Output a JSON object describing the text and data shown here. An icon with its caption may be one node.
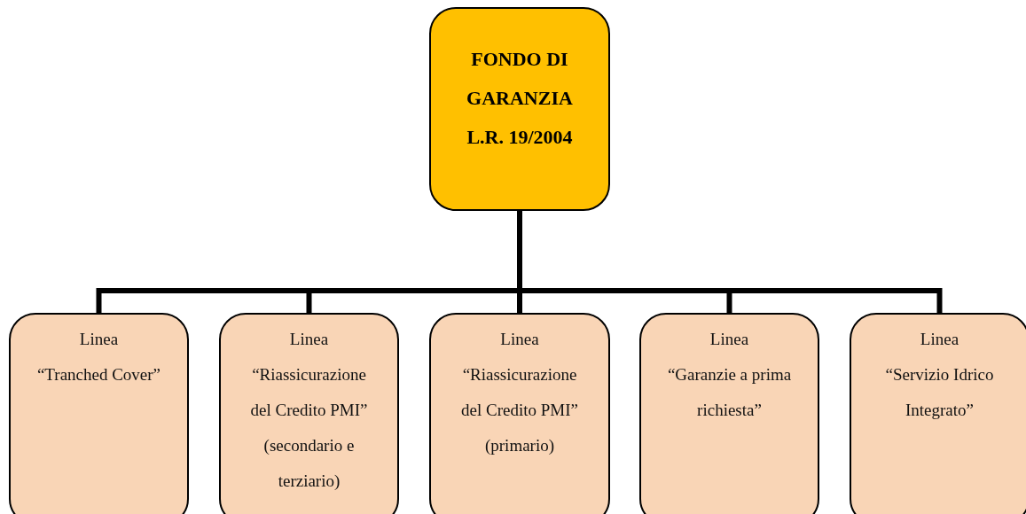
{
  "diagram": {
    "nodes": [
      {
        "text": [
          "FONDO DI GARANZIA L.R. 19/2004"
        ]
      },
      {
        "text": [
          "Linea",
          "“Tranched Cover”"
        ]
      },
      {
        "text": [
          "Linea",
          "“Riassicurazione del Credito PMI”",
          "(secondario e terziario)"
        ]
      },
      {
        "text": [
          "Linea",
          "“Riassicurazione del Credito PMI”",
          "(primario)"
        ]
      },
      {
        "text": [
          "Linea",
          "“Garanzie a prima richiesta”"
        ]
      },
      {
        "text": [
          "Linea",
          "“Servizio Idrico Integrato”"
        ]
      }
    ],
    "edges": [
      {
        "from": 0,
        "to": 1,
        "arrow": "none"
      },
      {
        "from": 0,
        "to": 2,
        "arrow": "none"
      },
      {
        "from": 0,
        "to": 3,
        "arrow": "none"
      },
      {
        "from": 0,
        "to": 4,
        "arrow": "none"
      },
      {
        "from": 0,
        "to": 5,
        "arrow": "none"
      }
    ]
  }
}
